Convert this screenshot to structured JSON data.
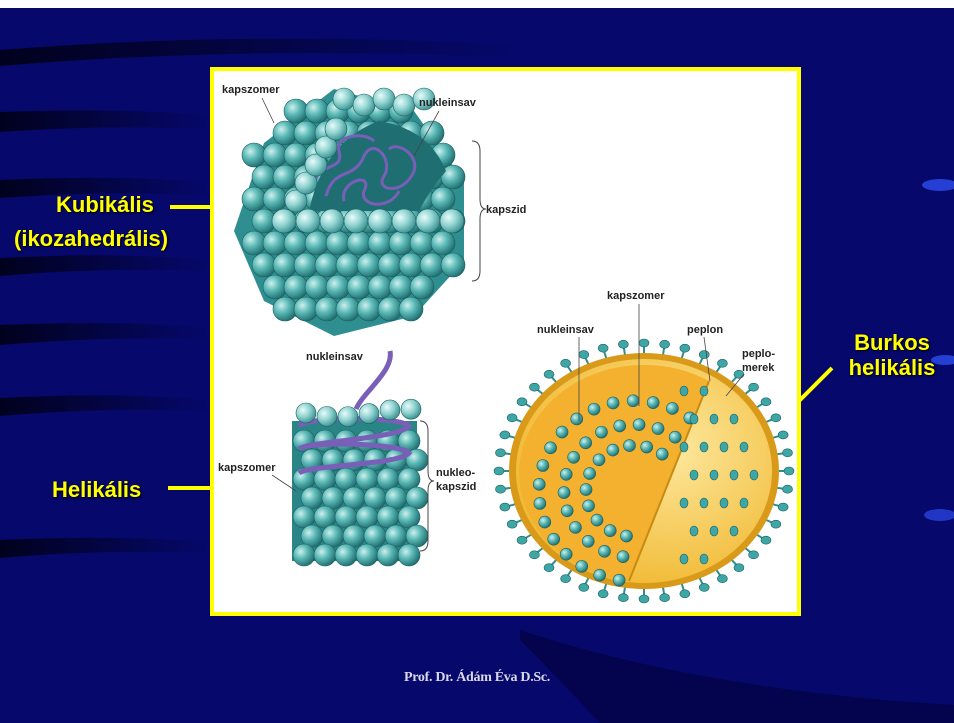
{
  "left_labels": {
    "cubic_line1": "Kubikális",
    "cubic_line2": "(ikozahedrális)",
    "helical": "Helikális"
  },
  "right_labels": {
    "enveloped_line1": "Burkos",
    "enveloped_line2": "helikális"
  },
  "diagram_labels": {
    "cubic_capsomer": "kapszomer",
    "cubic_nucleic_acid": "nukleinsav",
    "cubic_capsid": "kapszid",
    "helical_nucleic_acid": "nukleinsav",
    "helical_capsomer": "kapszomer",
    "helical_nucleocapsid_line1": "nukleo-",
    "helical_nucleocapsid_line2": "kapszid",
    "env_capsomer": "kapszomer",
    "env_nucleic_acid": "nukleinsav",
    "env_peplon": "peplon",
    "env_peplomers_line1": "peplo-",
    "env_peplomers_line2": "merek"
  },
  "footer": "Prof. Dr. Ádám Éva D.Sc.",
  "colors": {
    "background": "#06086b",
    "label_yellow": "#ffff00",
    "capsomer_teal": "#3fa6a6",
    "envelope_orange": "#f5b52f",
    "nucleic_purple": "#7a5fb8"
  }
}
